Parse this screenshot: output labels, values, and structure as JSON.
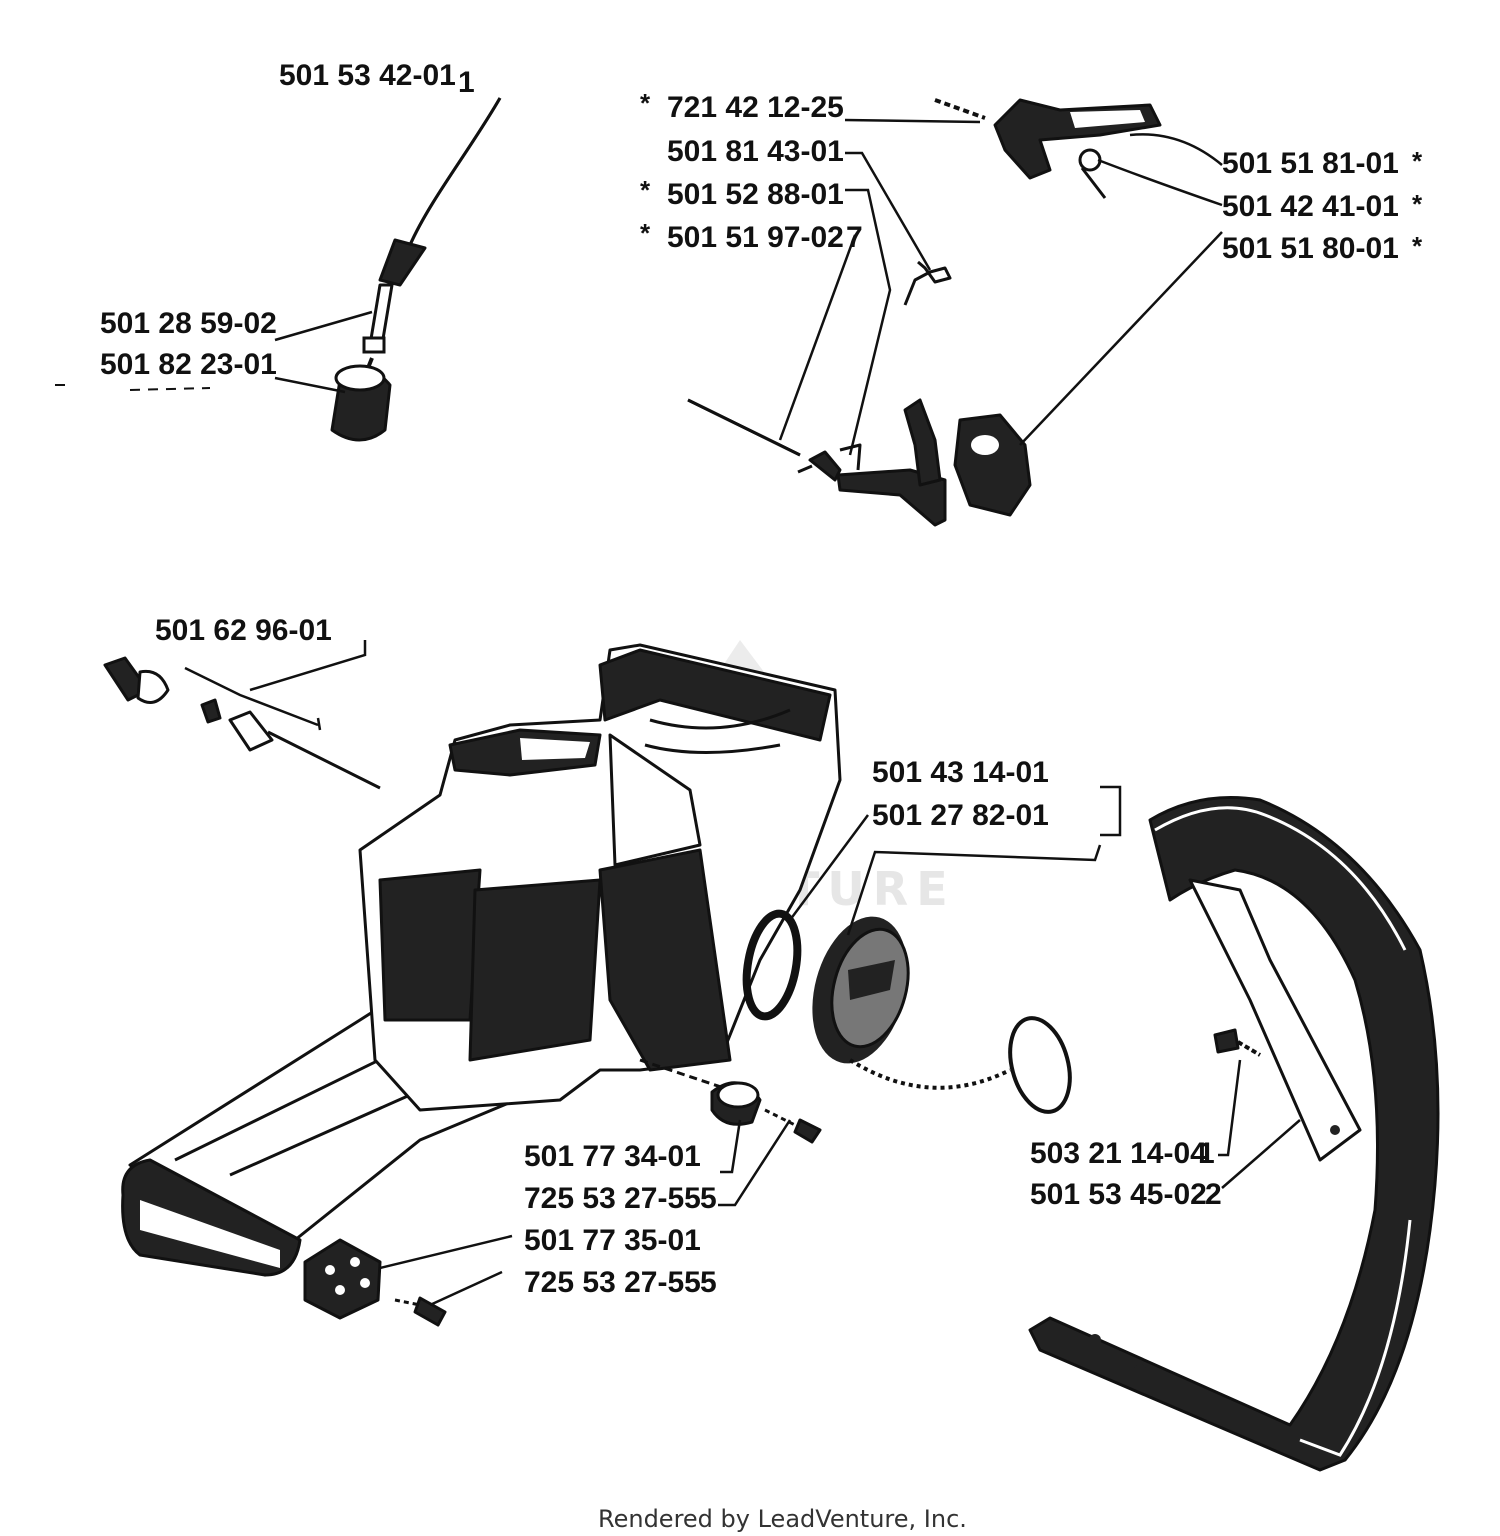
{
  "part_labels": [
    {
      "number": "501 53 42-01",
      "ref": "1"
    },
    {
      "number": "501 28 59-02"
    },
    {
      "number": "501 82 23-01"
    },
    {
      "number": "721 42 12-25",
      "starred": true
    },
    {
      "number": "501 81 43-01"
    },
    {
      "number": "501 52 88-01",
      "starred": true
    },
    {
      "number": "501 51 97-02",
      "starred": true,
      "ref": "7"
    },
    {
      "number": "501 51 81-01",
      "starred": true
    },
    {
      "number": "501 42 41-01",
      "starred": true
    },
    {
      "number": "501 51 80-01",
      "starred": true
    },
    {
      "number": "501 62 96-01"
    },
    {
      "number": "501 43 14-01"
    },
    {
      "number": "501 27 82-01"
    },
    {
      "number": "501 77 34-01"
    },
    {
      "number": "725 53 27-55",
      "ref": "5"
    },
    {
      "number": "501 77 35-01"
    },
    {
      "number": "725 53 27-55",
      "ref": "5"
    },
    {
      "number": "503 21 14-04",
      "ref": "1"
    },
    {
      "number": "501 53 45-02",
      "ref": "2"
    }
  ],
  "star_symbol": "*",
  "watermark": "LEADVENTURE",
  "footer": "Rendered by LeadVenture, Inc."
}
